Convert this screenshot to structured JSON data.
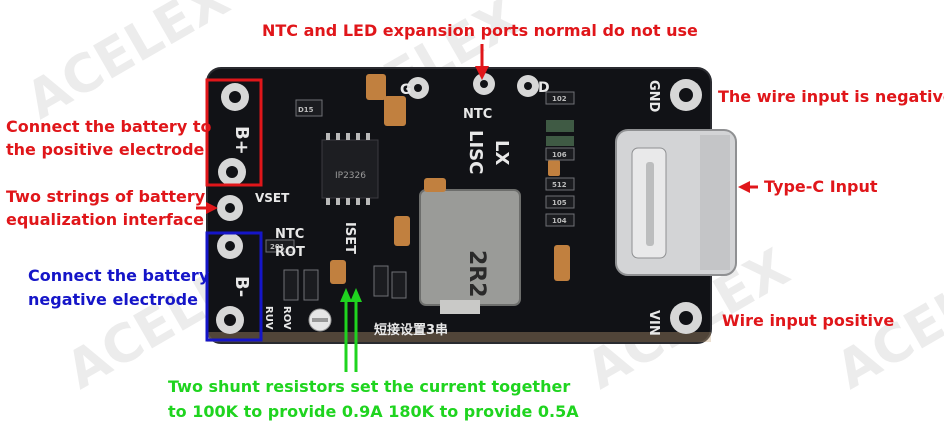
{
  "labels": {
    "top": "NTC and LED expansion ports normal do not use",
    "gnd_side": "The wire input is negative",
    "typec": "Type-C Input",
    "vin_side": "Wire input positive",
    "bplus_line1": "Connect the battery to",
    "bplus_line2": "the positive electrode",
    "balance_line1": "Two strings of battery",
    "balance_line2": "equalization interface",
    "bminus_line1": "Connect the battery",
    "bminus_line2": "negative electrode",
    "shunt_line1": "Two shunt resistors set the current together",
    "shunt_line2": "to 100K to provide 0.9A 180K to provide 0.5A"
  },
  "silkscreen": {
    "bplus": "B+",
    "bminus": "B-",
    "vset": "VSET",
    "ntc_left": "NTC",
    "rot": "ROT",
    "iset": "ISET",
    "ntc_top": "NTC",
    "g": "G",
    "d": "D",
    "lx": "LX",
    "lisc": "LISC",
    "gnd": "GND",
    "vin": "VIN",
    "chip": "IP2326",
    "inductor": "2R2",
    "chinese": "短接设置3串",
    "ruv": "RUV",
    "rov": "ROV",
    "d15": "D15",
    "r102": "102",
    "r201": "201",
    "r512": "512",
    "r105": "105",
    "r104": "104",
    "r106": "106"
  },
  "watermark": "ACELEX",
  "colors": {
    "red": "#e0161a",
    "blue": "#1515c8",
    "green": "#1fd41f",
    "board": "#111216",
    "silk": "#e8e8e8"
  }
}
